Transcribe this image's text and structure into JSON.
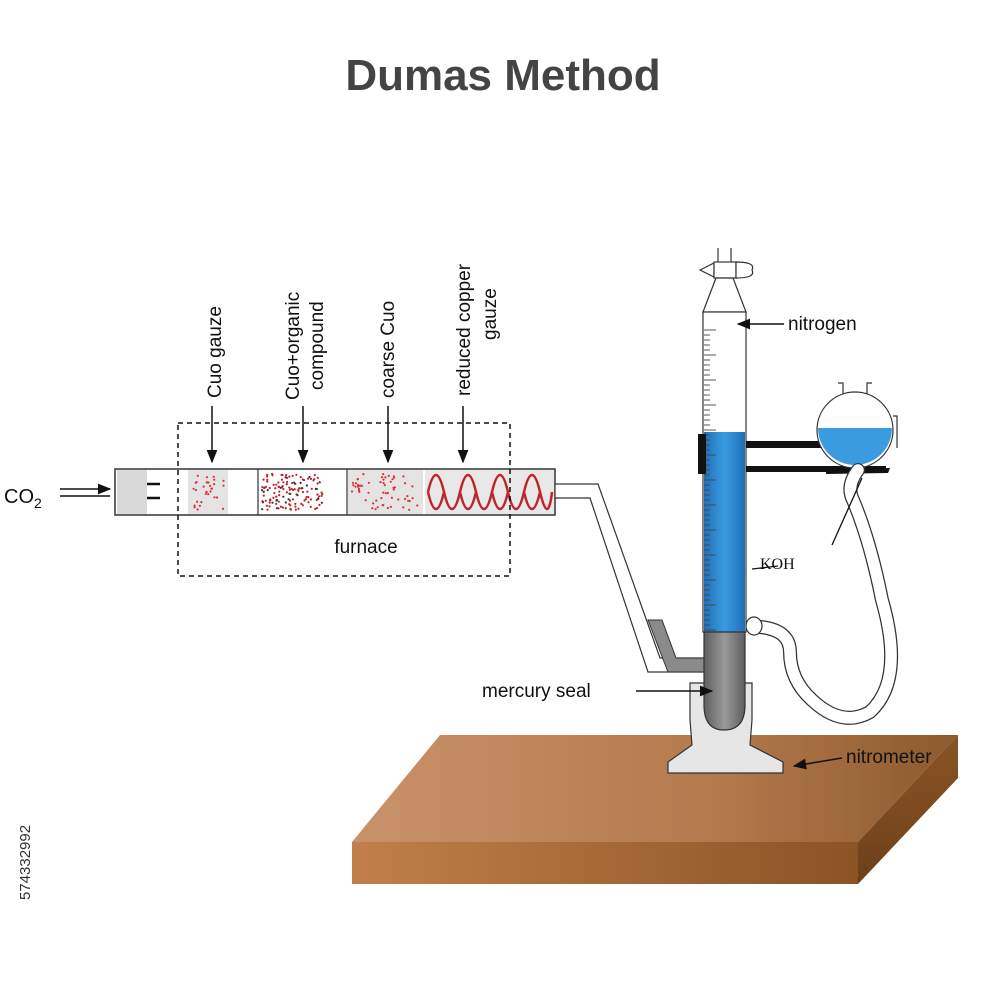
{
  "title": "Dumas Method",
  "labels": {
    "co2": "CO",
    "co2_sub": "2",
    "cuo_gauze": "Cuo gauze",
    "cuo_organic_1": "Cuo+organic",
    "cuo_organic_2": "compound",
    "coarse_cuo": "coarse Cuo",
    "reduced_copper_1": "reduced copper",
    "reduced_copper_2": "gauze",
    "furnace": "furnace",
    "nitrogen": "nitrogen",
    "koh": "KOH",
    "mercury_seal": "mercury seal",
    "nitrometer": "nitrometer"
  },
  "watermark_id": "574332992",
  "colors": {
    "koh_blue": "#2d86cf",
    "mercury_gray": "#808080",
    "table_wood": "#b77a4a",
    "copper_coil_red": "#c0242b",
    "cuo_dots_red": "#e0303a",
    "title_gray": "#444444"
  }
}
